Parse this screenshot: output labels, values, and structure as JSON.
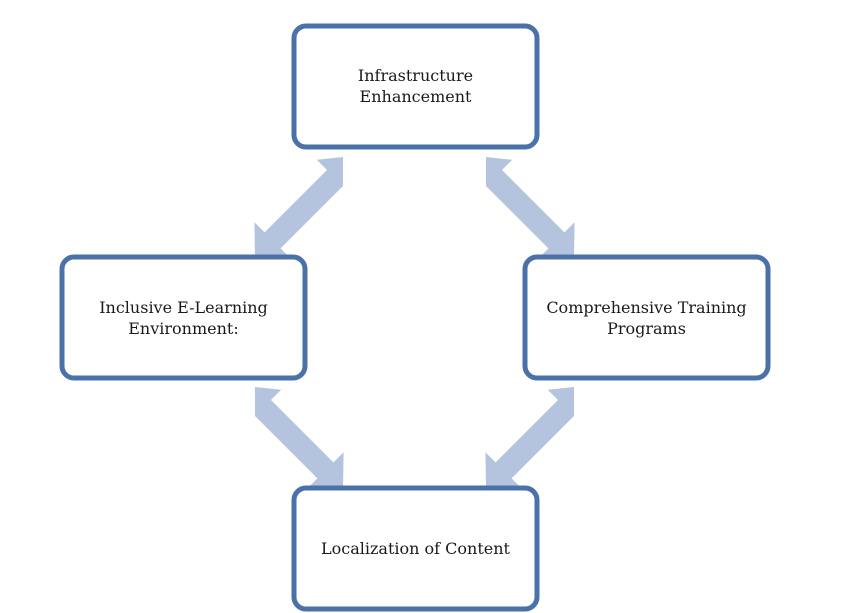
{
  "diagram": {
    "nodes": {
      "infrastructure": [
        "Infrastructure",
        "Enhancement"
      ],
      "elearning": [
        "Inclusive E-Learning",
        "Environment:"
      ],
      "training": [
        "Comprehensive Training",
        "Programs"
      ],
      "localization": [
        "Localization of Content"
      ]
    },
    "edges": [
      {
        "from": "infrastructure",
        "to": "elearning",
        "type": "bidirectional"
      },
      {
        "from": "infrastructure",
        "to": "training",
        "type": "bidirectional"
      },
      {
        "from": "elearning",
        "to": "localization",
        "type": "bidirectional"
      },
      {
        "from": "training",
        "to": "localization",
        "type": "bidirectional"
      }
    ],
    "colors": {
      "box_border": "#4a72a8",
      "arrow_fill": "#b4c4de",
      "text": "#1a1a1a"
    }
  }
}
